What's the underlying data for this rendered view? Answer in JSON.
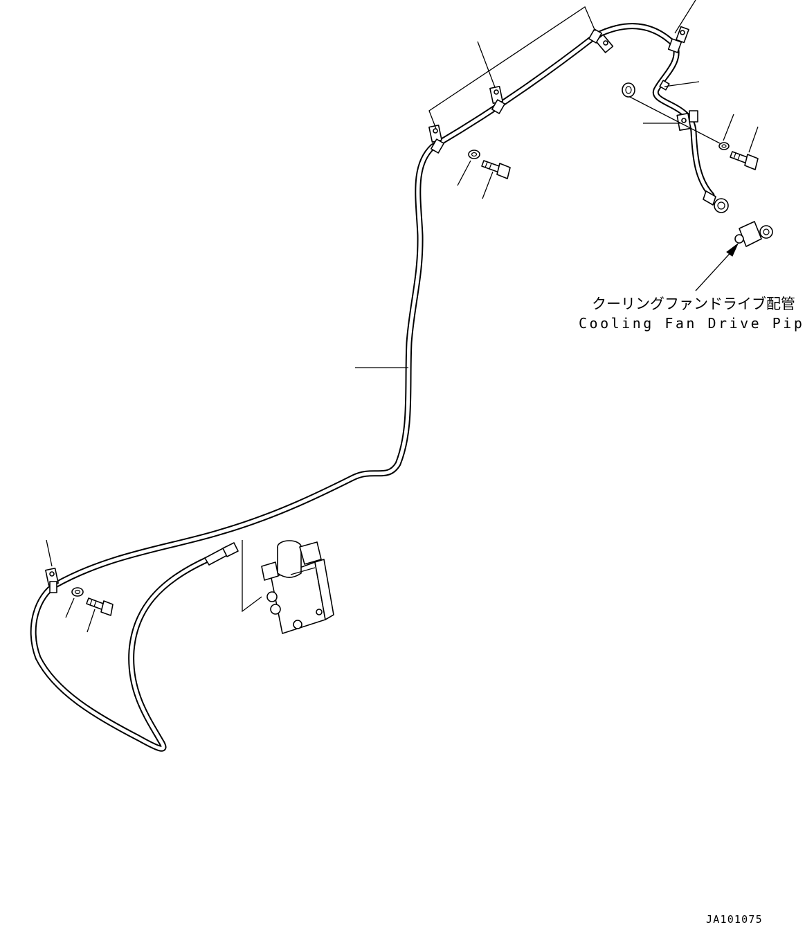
{
  "diagram": {
    "reference_label_jp": "クーリングファンドライブ配管",
    "reference_label_en": "Cooling Fan Drive Piping",
    "drawing_code": "JA101075"
  },
  "colors": {
    "line": "#000000",
    "background": "#ffffff"
  }
}
